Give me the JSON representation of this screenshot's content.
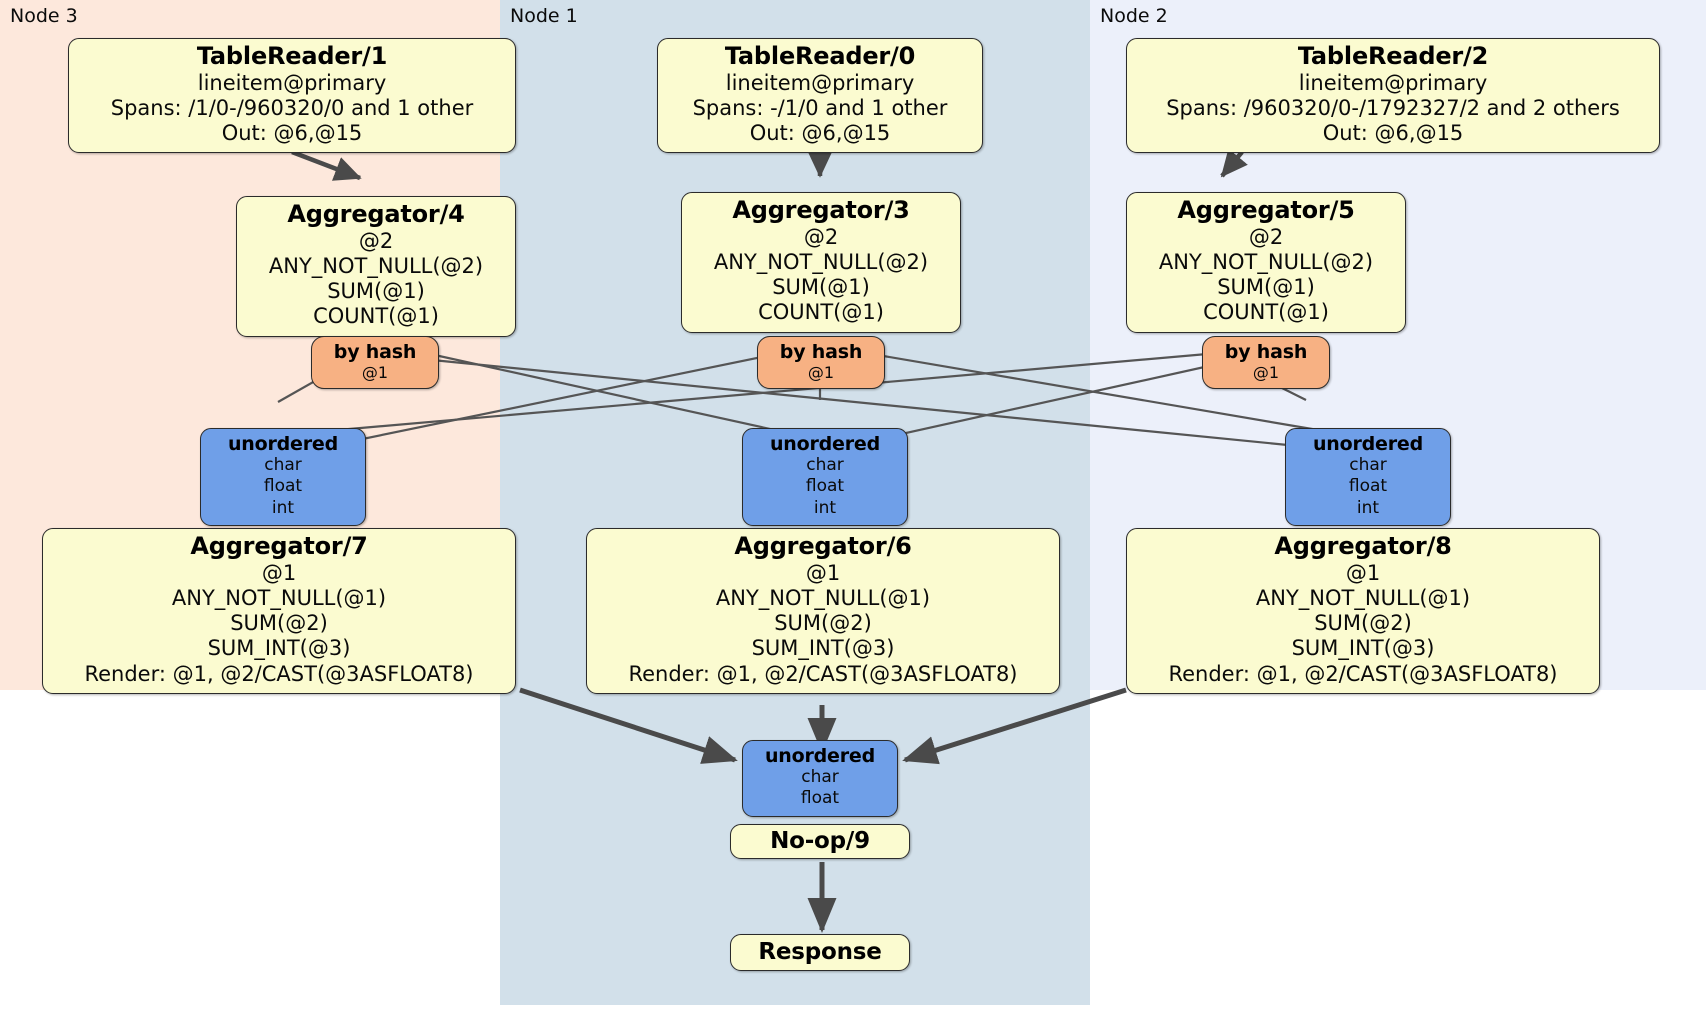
{
  "diagram": {
    "type": "distributed-query-plan",
    "panels": [
      {
        "id": "node3",
        "label": "Node 3",
        "color": "#fde8dc"
      },
      {
        "id": "node1",
        "label": "Node 1",
        "color": "#d2e0ea"
      },
      {
        "id": "node2",
        "label": "Node 2",
        "color": "#ecf0fa"
      }
    ],
    "colors": {
      "processor": "#fbfbd0",
      "router": "#f7b183",
      "receiver": "#6f9fe8",
      "edge": "#4a4a4a",
      "border": "#2b2b2b"
    },
    "table_readers": [
      {
        "id": "tr1",
        "title": "TableReader/1",
        "lines": [
          "lineitem@primary",
          "Spans: /1/0-/960320/0 and 1 other",
          "Out: @6,@15"
        ]
      },
      {
        "id": "tr0",
        "title": "TableReader/0",
        "lines": [
          "lineitem@primary",
          "Spans: -/1/0 and 1 other",
          "Out: @6,@15"
        ]
      },
      {
        "id": "tr2",
        "title": "TableReader/2",
        "lines": [
          "lineitem@primary",
          "Spans: /960320/0-/1792327/2 and 2 others",
          "Out: @6,@15"
        ]
      }
    ],
    "local_aggregators": [
      {
        "id": "agg4",
        "title": "Aggregator/4",
        "lines": [
          "@2",
          "ANY_NOT_NULL(@2)",
          "SUM(@1)",
          "COUNT(@1)"
        ]
      },
      {
        "id": "agg3",
        "title": "Aggregator/3",
        "lines": [
          "@2",
          "ANY_NOT_NULL(@2)",
          "SUM(@1)",
          "COUNT(@1)"
        ]
      },
      {
        "id": "agg5",
        "title": "Aggregator/5",
        "lines": [
          "@2",
          "ANY_NOT_NULL(@2)",
          "SUM(@1)",
          "COUNT(@1)"
        ]
      }
    ],
    "routers": [
      {
        "id": "hash-left",
        "title": "by hash",
        "lines": [
          "@1"
        ]
      },
      {
        "id": "hash-center",
        "title": "by hash",
        "lines": [
          "@1"
        ]
      },
      {
        "id": "hash-right",
        "title": "by hash",
        "lines": [
          "@1"
        ]
      }
    ],
    "receivers": [
      {
        "id": "recv-left",
        "title": "unordered",
        "lines": [
          "char",
          "float",
          "int"
        ]
      },
      {
        "id": "recv-center",
        "title": "unordered",
        "lines": [
          "char",
          "float",
          "int"
        ]
      },
      {
        "id": "recv-right",
        "title": "unordered",
        "lines": [
          "char",
          "float",
          "int"
        ]
      }
    ],
    "final_aggregators": [
      {
        "id": "agg7",
        "title": "Aggregator/7",
        "lines": [
          "@1",
          "ANY_NOT_NULL(@1)",
          "SUM(@2)",
          "SUM_INT(@3)",
          "Render: @1, @2/CAST(@3ASFLOAT8)"
        ]
      },
      {
        "id": "agg6",
        "title": "Aggregator/6",
        "lines": [
          "@1",
          "ANY_NOT_NULL(@1)",
          "SUM(@2)",
          "SUM_INT(@3)",
          "Render: @1, @2/CAST(@3ASFLOAT8)"
        ]
      },
      {
        "id": "agg8",
        "title": "Aggregator/8",
        "lines": [
          "@1",
          "ANY_NOT_NULL(@1)",
          "SUM(@2)",
          "SUM_INT(@3)",
          "Render: @1, @2/CAST(@3ASFLOAT8)"
        ]
      }
    ],
    "final_receiver": {
      "id": "recv-final",
      "title": "unordered",
      "lines": [
        "char",
        "float"
      ]
    },
    "noop": {
      "id": "noop9",
      "title": "No-op/9"
    },
    "response": {
      "id": "response",
      "title": "Response"
    }
  }
}
